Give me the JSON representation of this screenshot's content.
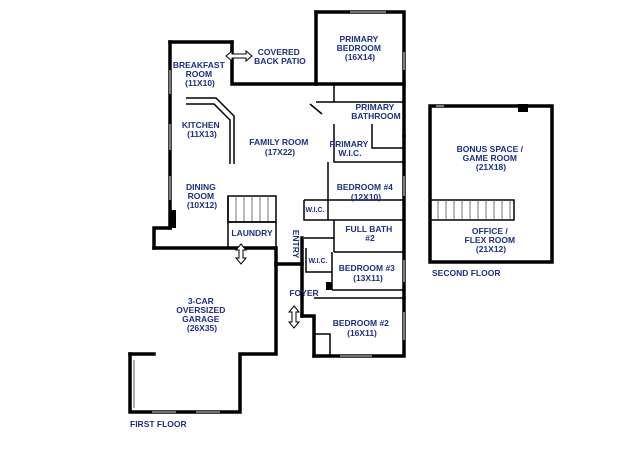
{
  "rooms": {
    "covered_patio": [
      "COVERED",
      "BACK PATIO"
    ],
    "primary_bedroom": [
      "PRIMARY",
      "BEDROOM",
      "(16X14)"
    ],
    "breakfast": [
      "BREAKFAST",
      "ROOM",
      "(11X10)"
    ],
    "primary_bath": [
      "PRIMARY",
      "BATHROOM"
    ],
    "kitchen": [
      "KITCHEN",
      "(11X13)"
    ],
    "family": [
      "FAMILY ROOM",
      "(17X22)"
    ],
    "primary_wic": [
      "PRIMARY",
      "W.I.C."
    ],
    "dining": [
      "DINING",
      "ROOM",
      "(10X12)"
    ],
    "bedroom4": [
      "BEDROOM #4",
      "(12X10)"
    ],
    "wic_small_1": "W.I.C.",
    "full_bath": [
      "FULL BATH",
      "#2"
    ],
    "laundry": "LAUNDRY",
    "entry": "ENTRY",
    "wic_small_2": "W.I.C.",
    "bedroom3": [
      "BEDROOM #3",
      "(13X11)"
    ],
    "foyer": "FOYER",
    "garage": [
      "3-CAR",
      "OVERSIZED",
      "GARAGE",
      "(26X35)"
    ],
    "bedroom2": [
      "BEDROOM #2",
      "(16X11)"
    ],
    "bonus": [
      "BONUS SPACE /",
      "GAME ROOM",
      "(21X18)"
    ],
    "office": [
      "OFFICE /",
      "FLEX ROOM",
      "(21X12)"
    ]
  },
  "floors": {
    "first": "FIRST FLOOR",
    "second": "SECOND FLOOR"
  }
}
